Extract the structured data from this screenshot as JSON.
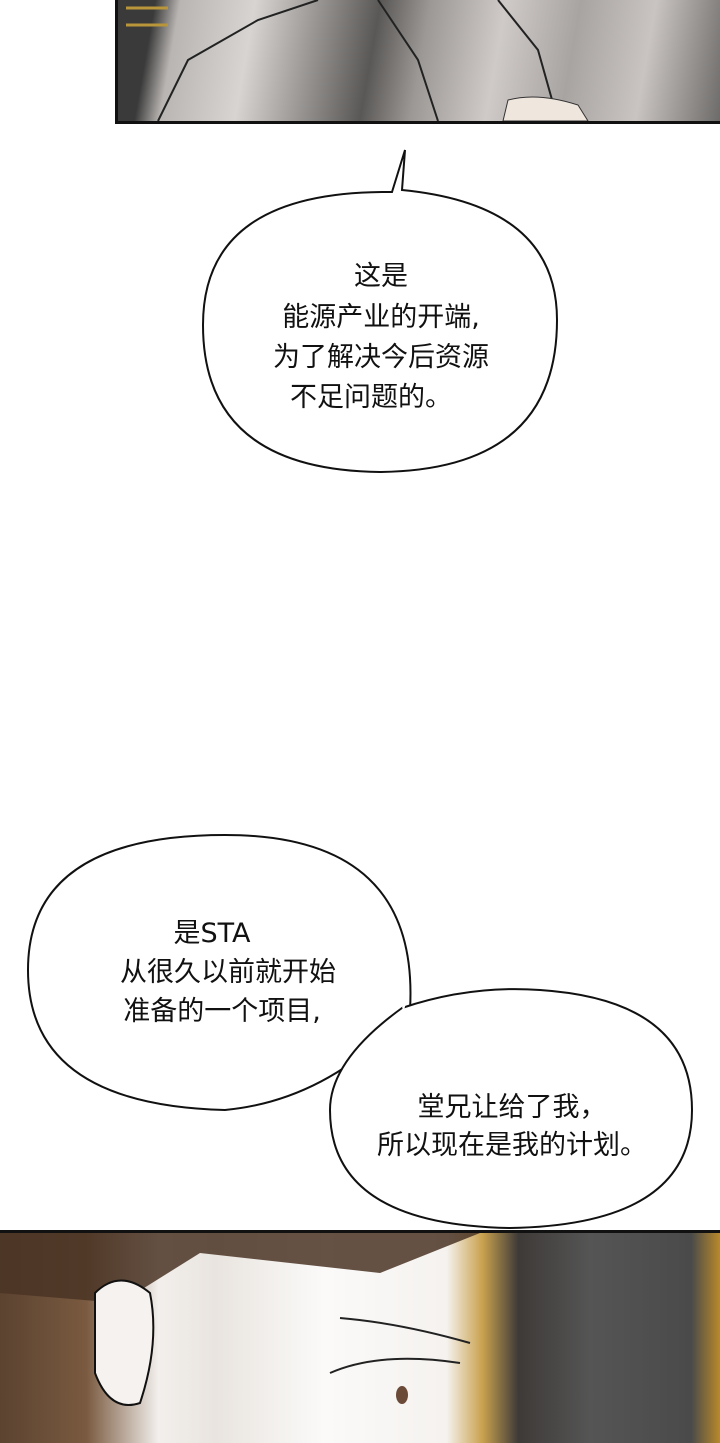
{
  "bubble_1": {
    "lines": [
      "这是",
      "能源产业的开端,",
      "为了解决今后资源",
      "不足问题的。"
    ]
  },
  "bubble_2": {
    "lines": [
      "是STA",
      "从很久以前就开始",
      "准备的一个项目,"
    ]
  },
  "bubble_3": {
    "lines": [
      "堂兄让给了我，",
      "所以现在是我的计划。"
    ]
  }
}
